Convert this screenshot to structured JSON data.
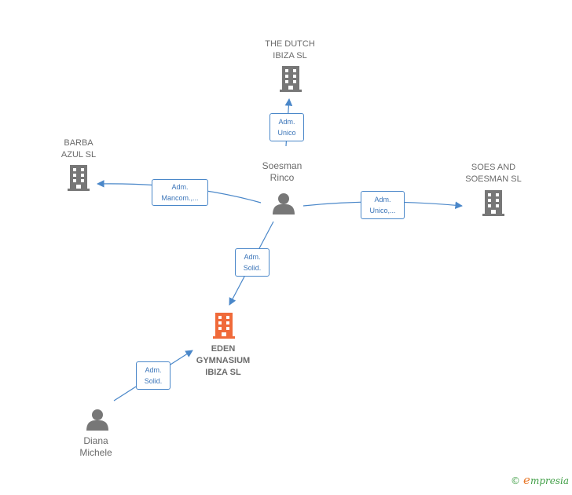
{
  "nodes": {
    "the_dutch": {
      "lines": [
        "THE DUTCH",
        "IBIZA  SL"
      ]
    },
    "barba_azul": {
      "lines": [
        "BARBA",
        "AZUL  SL"
      ]
    },
    "soesman_rinco": {
      "lines": [
        "Soesman",
        "Rinco"
      ]
    },
    "soes_and_soesman": {
      "lines": [
        "SOES AND",
        "SOESMAN  SL"
      ]
    },
    "eden": {
      "lines": [
        "EDEN",
        "GYMNASIUM",
        "IBIZA  SL"
      ]
    },
    "diana_michele": {
      "lines": [
        "Diana",
        "Michele"
      ]
    }
  },
  "edges": {
    "to_the_dutch": {
      "lines": [
        "Adm.",
        "Unico"
      ]
    },
    "to_barba_azul": {
      "lines": [
        "Adm.",
        "Mancom.,..."
      ]
    },
    "to_soes": {
      "lines": [
        "Adm.",
        "Unico,..."
      ]
    },
    "rinco_to_eden": {
      "lines": [
        "Adm.",
        "Solid."
      ]
    },
    "diana_to_eden": {
      "lines": [
        "Adm.",
        "Solid."
      ]
    }
  },
  "colors": {
    "company": "#777777",
    "focus_company": "#f06a3a",
    "person": "#777777",
    "edge": "#4a87c9"
  },
  "icons": {
    "company": "building-icon",
    "person": "person-icon"
  },
  "footer": {
    "symbol": "©",
    "brand_initial": "e",
    "brand_rest": "mpresia"
  }
}
